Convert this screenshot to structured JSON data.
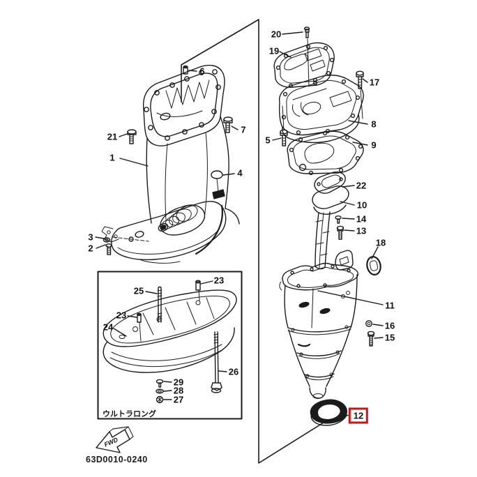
{
  "diagram": {
    "title": "outboard-upper-casing-parts-diagram",
    "part_code": "63D0010-0240",
    "inset_caption": "ウルトラロング",
    "fwd_label": "FWD",
    "highlight_color": "#d60f0f",
    "line_color": "#1b1b1b",
    "highlighted_callout": "12",
    "callouts": [
      {
        "label": "1"
      },
      {
        "label": "2"
      },
      {
        "label": "3"
      },
      {
        "label": "4"
      },
      {
        "label": "5"
      },
      {
        "label": "6"
      },
      {
        "label": "7"
      },
      {
        "label": "8"
      },
      {
        "label": "9"
      },
      {
        "label": "10"
      },
      {
        "label": "11"
      },
      {
        "label": "12"
      },
      {
        "label": "13"
      },
      {
        "label": "14"
      },
      {
        "label": "15"
      },
      {
        "label": "16"
      },
      {
        "label": "17"
      },
      {
        "label": "18"
      },
      {
        "label": "19"
      },
      {
        "label": "20"
      },
      {
        "label": "21"
      },
      {
        "label": "22"
      },
      {
        "label": "23"
      },
      {
        "label": "23"
      },
      {
        "label": "24"
      },
      {
        "label": "25"
      },
      {
        "label": "26"
      },
      {
        "label": "27"
      },
      {
        "label": "28"
      },
      {
        "label": "29"
      }
    ]
  }
}
